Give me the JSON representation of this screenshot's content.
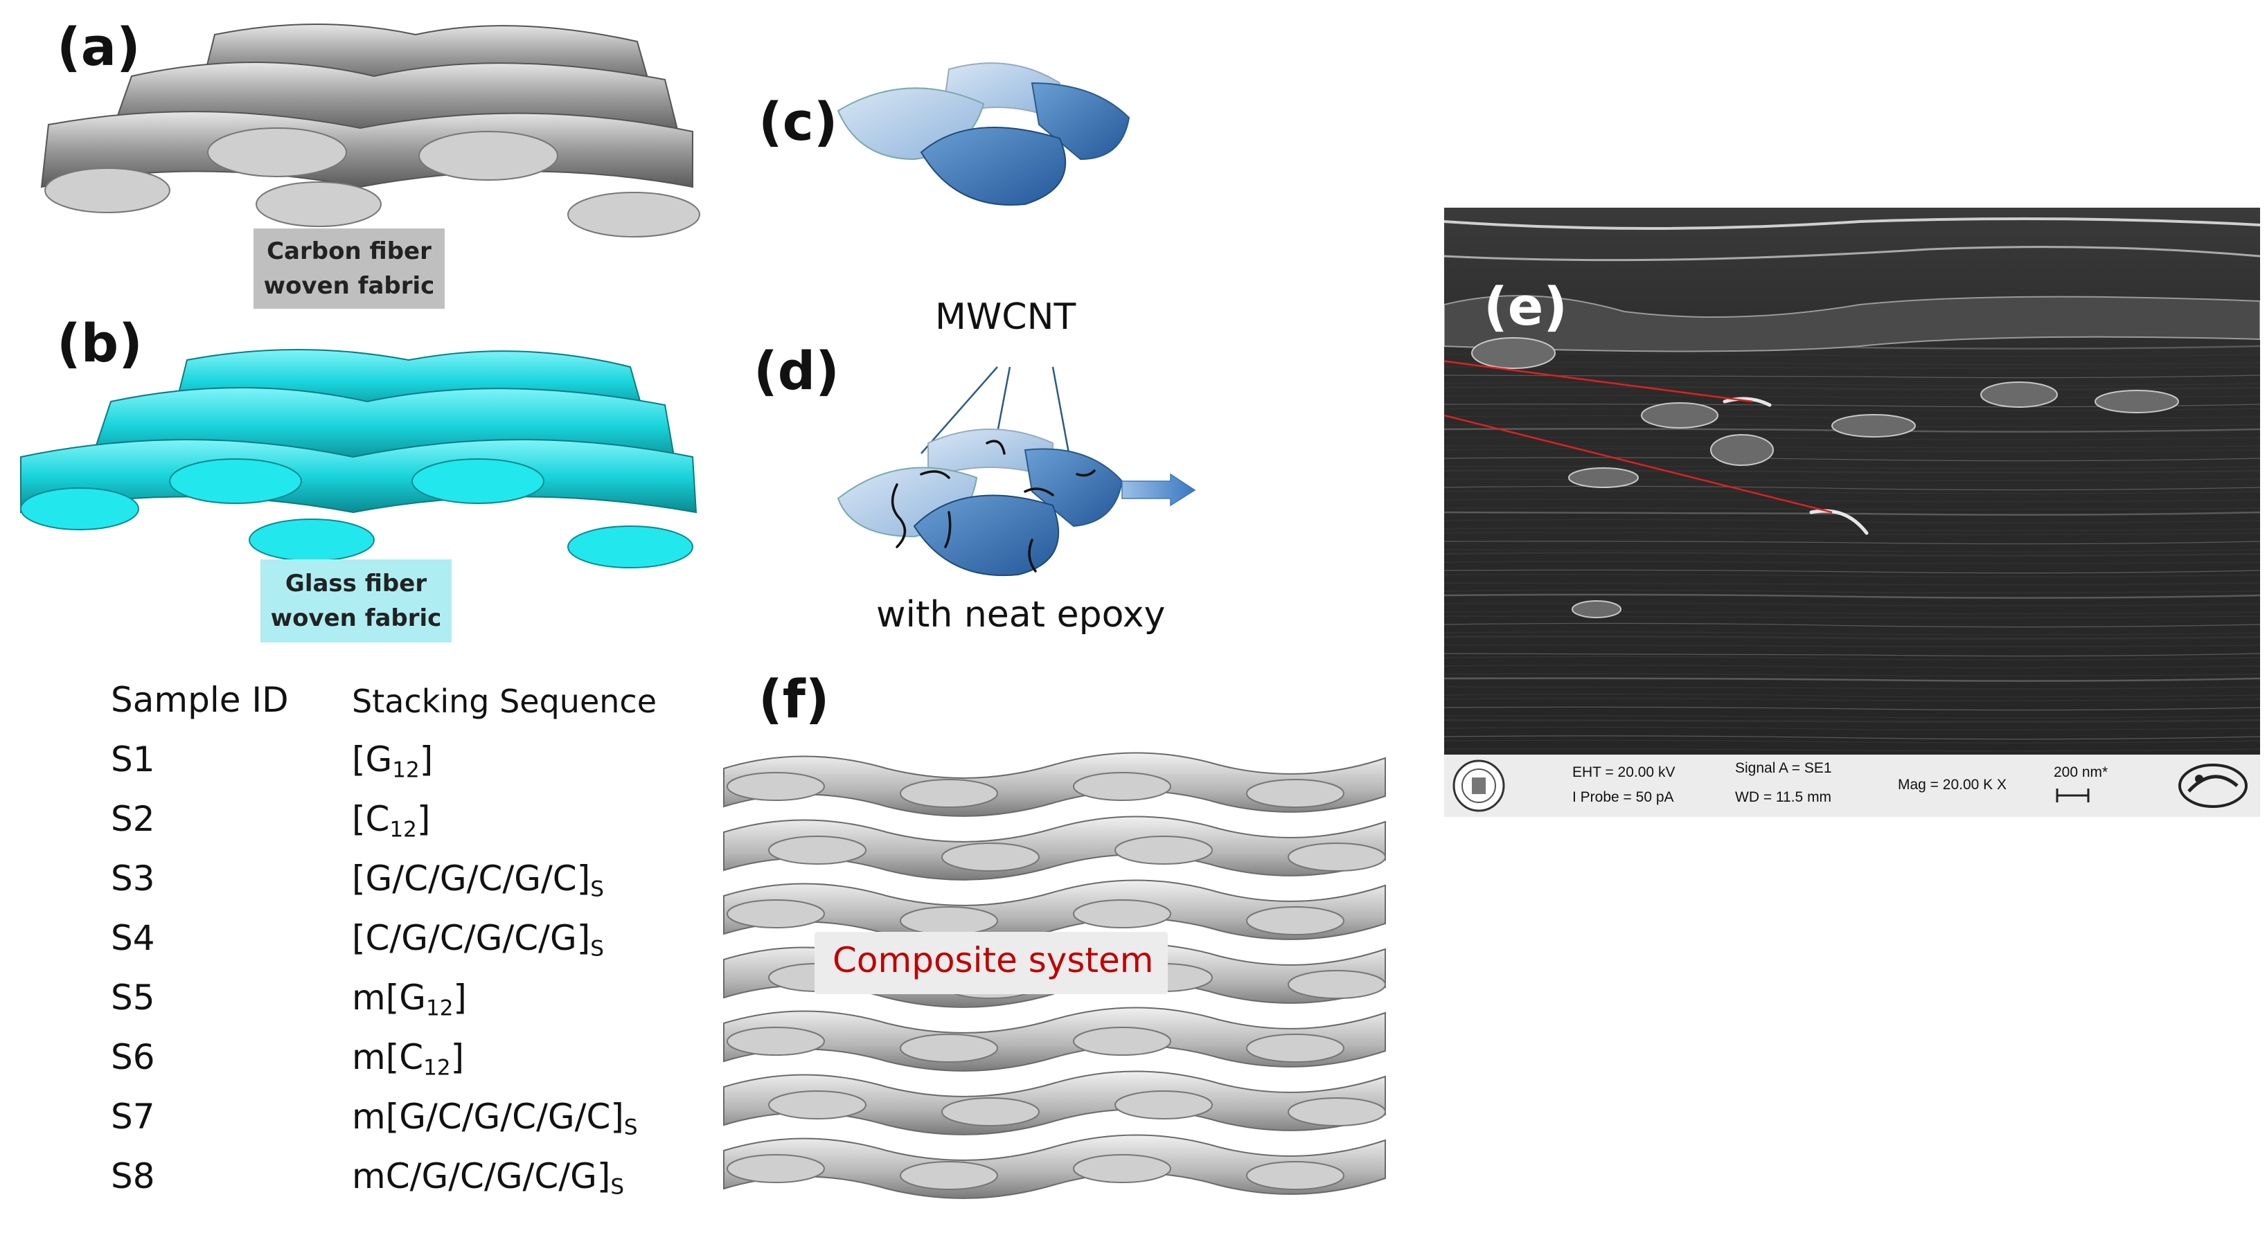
{
  "panels": {
    "a": {
      "label": "(a)",
      "caption_lines": [
        "Carbon fiber",
        "woven fabric"
      ]
    },
    "b": {
      "label": "(b)",
      "caption_lines": [
        "Glass fiber",
        "woven fabric"
      ]
    },
    "c": {
      "label": "(c)"
    },
    "d": {
      "label": "(d)",
      "mwcnt_label": "MWCNT",
      "bottom_label": "with neat epoxy"
    },
    "e": {
      "label": "(e)"
    },
    "f": {
      "label": "(f)",
      "caption": "Composite system"
    }
  },
  "sem_footer": {
    "eht": "EHT = 20.00 kV",
    "iprobe": "I Probe =     50 pA",
    "signal": "Signal A = SE1",
    "wd": "WD = 11.5 mm",
    "mag": "Mag =  20.00 K X",
    "scale": "200 nm*"
  },
  "table": {
    "headers": [
      "Sample ID",
      "Stacking Sequence"
    ],
    "rows": [
      {
        "id": "S1",
        "seq": "[G",
        "seq_sub": "12",
        "seq_end": "]"
      },
      {
        "id": "S2",
        "seq": "[C",
        "seq_sub": "12",
        "seq_end": "]"
      },
      {
        "id": "S3",
        "seq": "[G/C/G/C/G/C]",
        "seq_sub": "S",
        "seq_end": ""
      },
      {
        "id": "S4",
        "seq": "[C/G/C/G/C/G]",
        "seq_sub": "S",
        "seq_end": ""
      },
      {
        "id": "S5",
        "seq": "m[G",
        "seq_sub": "12",
        "seq_end": "]"
      },
      {
        "id": "S6",
        "seq": "m[C",
        "seq_sub": "12",
        "seq_end": "]"
      },
      {
        "id": "S7",
        "seq": "m[G/C/G/C/G/C]",
        "seq_sub": "S",
        "seq_end": ""
      },
      {
        "id": "S8",
        "seq": "mC/G/C/G/C/G]",
        "seq_sub": "S",
        "seq_end": ""
      }
    ]
  },
  "colors": {
    "carbon_fabric": "#a6a6a6",
    "glass_fabric": "#19d4dc",
    "carbon_caption_bg": "#bfbfbf",
    "glass_caption_bg": "#aeeef2",
    "resin_blue": "#3f7fbf",
    "pointer_red": "#e02020",
    "composite_caption": "#c00000"
  }
}
